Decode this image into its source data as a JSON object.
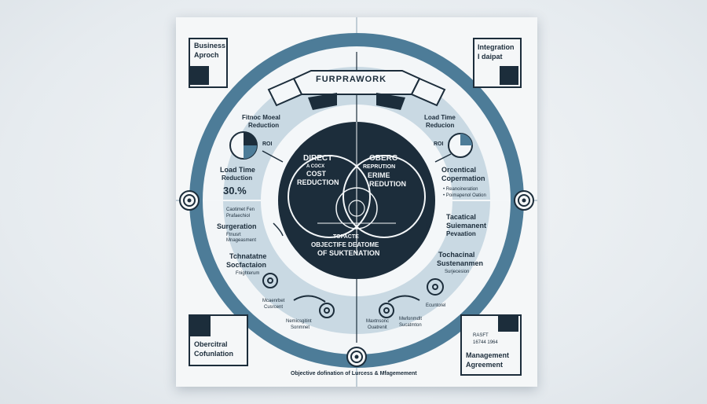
{
  "framework": {
    "banner_title": "FURPRAWORK",
    "core_left": [
      "DIRECT",
      "A COCX",
      "COST",
      "REDUCTION"
    ],
    "core_right": [
      "OBERC",
      "REPRUTION",
      "ERIME",
      "REDUTION"
    ],
    "core_bottom": [
      "TOPACTE",
      "OBJECTIFE DEATOME",
      "OF SUKTENATION"
    ]
  },
  "corners": {
    "top_left": [
      "Business",
      "Aproch"
    ],
    "top_right": [
      "Integration",
      "I daipat"
    ],
    "bottom_left": [
      "Obercitral",
      "Cofunlation"
    ],
    "bottom_right_small": [
      "RASFT",
      "16744 1964"
    ],
    "bottom_right": [
      "Management",
      "Agreement"
    ]
  },
  "left_labels": {
    "fin_reduction": [
      "Fitnoc Moeal",
      "Reduction"
    ],
    "roi": "ROI",
    "load_time": [
      "Load Time",
      "Reduction"
    ],
    "percent": "30.%",
    "small_1": [
      "Caotimet Fen",
      "Prafaechiol"
    ],
    "surgeration": "Surgeration",
    "small_2": [
      "Ftnusrt",
      "Mnageasment"
    ],
    "tech": [
      "Tchnatatne",
      "Socfactaion"
    ],
    "small_3": "Fnighterum"
  },
  "right_labels": {
    "load_time": [
      "Load Time",
      "Reducion"
    ],
    "roi": "ROI",
    "oper": [
      "Orcentical",
      "Copermation"
    ],
    "bullets": [
      "• Reanoineration",
      "• Poimapenol Oation"
    ],
    "tactical": [
      "Tacatical",
      "Suiemanent",
      "Pevaation"
    ],
    "tech": [
      "Tochacinal",
      "Sustenanmen"
    ],
    "small_1": "Surjecesion"
  },
  "bottom_labels": {
    "l1": [
      "Mcaenrbet",
      "Cusrcent"
    ],
    "l2": [
      "Nemicsgitint",
      "Sonmnet"
    ],
    "r1": [
      "Maxtnsonc",
      "Ouatrenit"
    ],
    "r2": [
      "Mwfonmdlt",
      "Sucatmton"
    ],
    "far_r": "Ecuntorel"
  },
  "footer": "Objective dofination of Lurcess & Mfagemement",
  "colors": {
    "navy": "#1c2d3b",
    "teal": "#4d7c98",
    "light_blue": "#c9d9e3",
    "paper": "#f5f7f8"
  }
}
